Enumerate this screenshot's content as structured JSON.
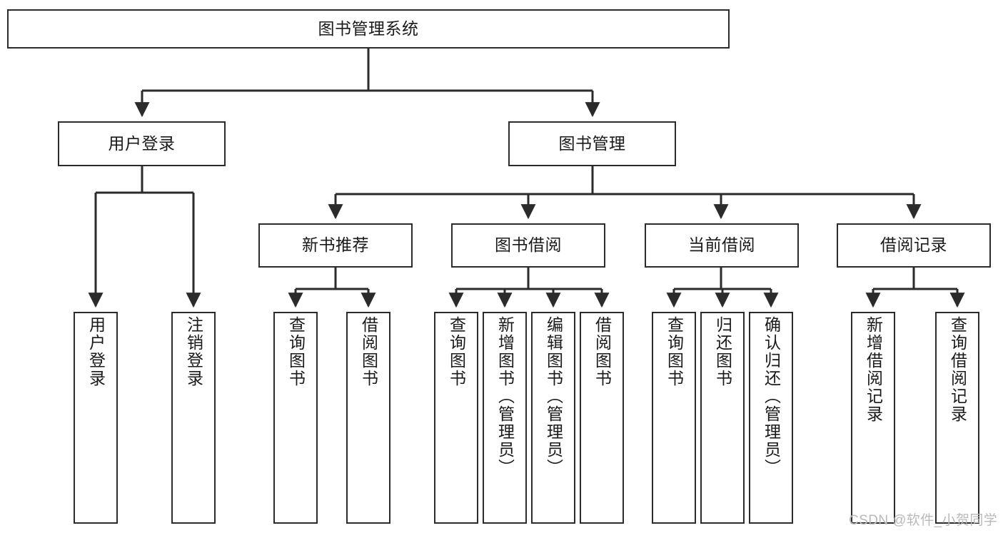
{
  "diagram": {
    "title": "图书管理系统",
    "type": "tree",
    "stroke_color": "#2b2b2b",
    "fill_color": "#ffffff",
    "text_color": "#1a1a1a",
    "root": {
      "id": "root",
      "label": "图书管理系统"
    },
    "level2": [
      {
        "id": "user-login",
        "label": "用户登录"
      },
      {
        "id": "book-manage",
        "label": "图书管理"
      }
    ],
    "level3": [
      {
        "id": "new-book-rec",
        "label": "新书推荐"
      },
      {
        "id": "book-borrow",
        "label": "图书借阅"
      },
      {
        "id": "current-borrow",
        "label": "当前借阅"
      },
      {
        "id": "borrow-record",
        "label": "借阅记录"
      }
    ],
    "leaves": {
      "user_login": [
        {
          "id": "leaf-user-login",
          "label": "用户登录"
        },
        {
          "id": "leaf-logout",
          "label": "注销登录"
        }
      ],
      "new_book_rec": [
        {
          "id": "leaf-query-book-1",
          "label": "查询图书"
        },
        {
          "id": "leaf-borrow-book-1",
          "label": "借阅图书"
        }
      ],
      "book_borrow": [
        {
          "id": "leaf-query-book-2",
          "label": "查询图书"
        },
        {
          "id": "leaf-add-book",
          "label": "新增图书（管理员）"
        },
        {
          "id": "leaf-edit-book",
          "label": "编辑图书（管理员）"
        },
        {
          "id": "leaf-borrow-book-2",
          "label": "借阅图书"
        }
      ],
      "current_borrow": [
        {
          "id": "leaf-query-book-3",
          "label": "查询图书"
        },
        {
          "id": "leaf-return-book",
          "label": "归还图书"
        },
        {
          "id": "leaf-confirm-return",
          "label": "确认归还（管理员）"
        }
      ],
      "borrow_record": [
        {
          "id": "leaf-add-record",
          "label": "新增借阅记录"
        },
        {
          "id": "leaf-query-record",
          "label": "查询借阅记录"
        }
      ]
    }
  },
  "watermark": {
    "text": "CSDN @软件_小贺同学"
  }
}
